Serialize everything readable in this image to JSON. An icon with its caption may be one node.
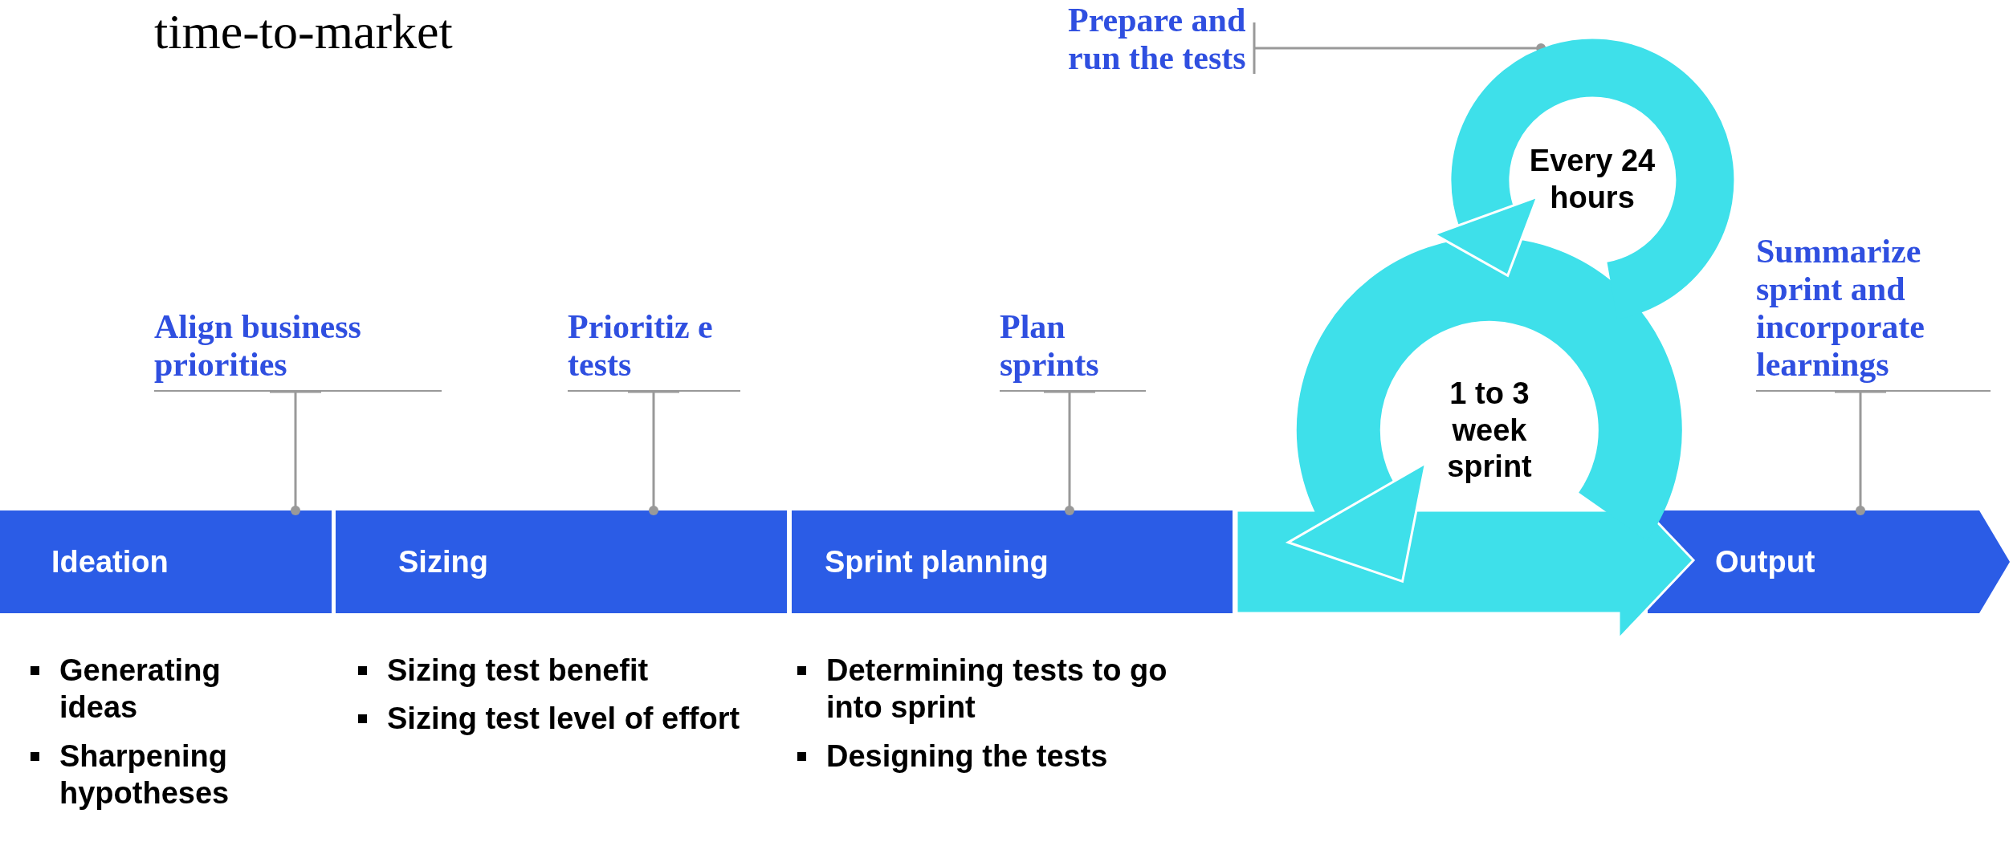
{
  "diagram": {
    "title": "time-to-market",
    "nodes": [
      {
        "text": [
          "Ideation"
        ],
        "beside": [
          "Generating ideas",
          "Sharpening hypotheses"
        ]
      },
      {
        "text": [
          "Sizing"
        ],
        "beside": [
          "Sizing test benefit",
          "Sizing test level of effort"
        ]
      },
      {
        "text": [
          "Sprint planning"
        ],
        "beside": [
          "Determining tests to go into sprint",
          "Designing the tests"
        ]
      },
      {
        "text": [],
        "shape": "bar"
      },
      {
        "text": [
          "1 to 3 week sprint"
        ]
      },
      {
        "text": [
          "Every 24 hours"
        ]
      },
      {
        "text": [
          "Output"
        ]
      },
      {
        "text": [
          "Align business priorities"
        ]
      },
      {
        "text": [
          "Prioritiz e tests"
        ]
      },
      {
        "text": [
          "Plan sprints"
        ]
      },
      {
        "text": [
          "Prepare and run the tests"
        ]
      },
      {
        "text": [
          "Summarize sprint and incorporate learnings"
        ]
      }
    ],
    "edges": [
      {
        "from": 7,
        "to": 0,
        "arrow": "other"
      },
      {
        "from": 8,
        "to": 1,
        "arrow": "other"
      },
      {
        "from": 9,
        "to": 2,
        "arrow": "other"
      },
      {
        "from": 10,
        "to": 5,
        "arrow": "other"
      },
      {
        "from": 11,
        "to": 6,
        "arrow": "other"
      }
    ]
  }
}
